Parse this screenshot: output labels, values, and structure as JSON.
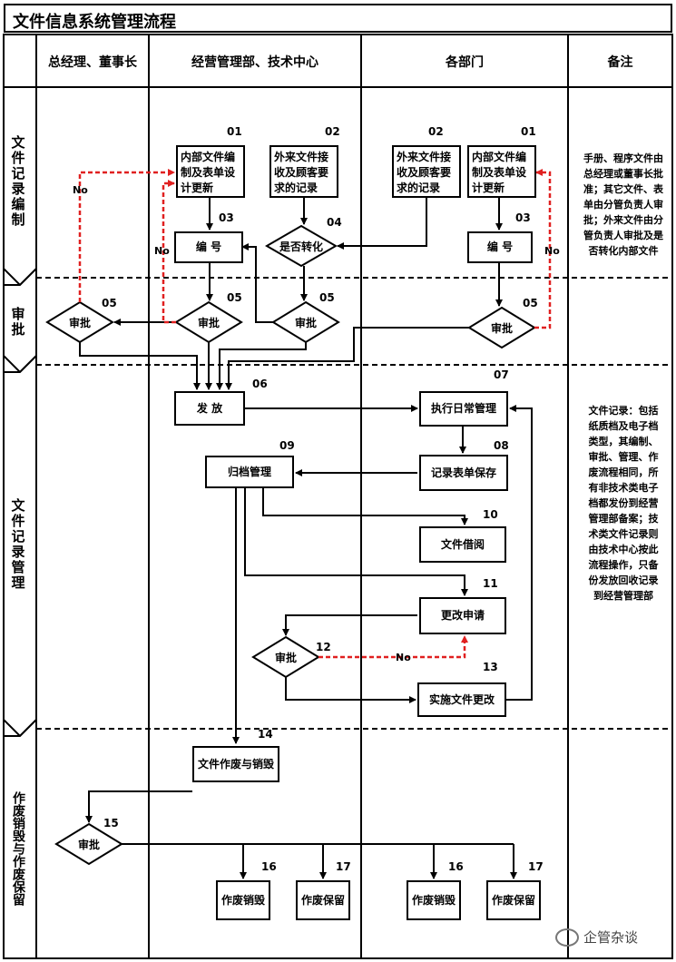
{
  "title": "文件信息系统管理流程",
  "columns": [
    "总经理、董事长",
    "经营管理部、技术中心",
    "各部门",
    "备注"
  ],
  "lanes": [
    "文件记录编制",
    "审批",
    "文件记录管理",
    "作废销毁与作废保留"
  ],
  "notes": {
    "lane1": [
      "手册、程序文件由",
      "总经理或董事长批",
      "准；其它文件、表",
      "单由分管负责人审",
      "批；外来文件由分",
      "管负责人审批及是",
      "否转化内部文件"
    ],
    "lane3": [
      "文件记录：包括",
      "纸质档及电子档",
      "类型，其编制、",
      "审批、管理、作",
      "废流程相同，所",
      "有非技术类电子",
      "档都发份到经营",
      "管理部备案；技",
      "术类文件记录则",
      "由技术中心按此",
      "流程操作，只备",
      "份发放回收记录",
      "到经营管理部"
    ]
  },
  "steps": {
    "b01L": {
      "num": "01",
      "lines": [
        "内部文件编",
        "制及表单设",
        "计更新"
      ]
    },
    "b02L": {
      "num": "02",
      "lines": [
        "外来文件接",
        "收及顾客要",
        "求的记录"
      ]
    },
    "b02R": {
      "num": "02",
      "lines": [
        "外来文件接",
        "收及顾客要",
        "求的记录"
      ]
    },
    "b01R": {
      "num": "01",
      "lines": [
        "内部文件编",
        "制及表单设",
        "计更新"
      ]
    },
    "b03L": {
      "num": "03",
      "text": "编 号"
    },
    "d04": {
      "num": "04",
      "text": "是否转化"
    },
    "b03R": {
      "num": "03",
      "text": "编 号"
    },
    "d05a": {
      "num": "05",
      "text": "审批"
    },
    "d05b": {
      "num": "05",
      "text": "审批"
    },
    "d05c": {
      "num": "05",
      "text": "审批"
    },
    "d05d": {
      "num": "05",
      "text": "审批"
    },
    "b06": {
      "num": "06",
      "text": "发 放"
    },
    "b07": {
      "num": "07",
      "text": "执行日常管理"
    },
    "b08": {
      "num": "08",
      "text": "记录表单保存"
    },
    "b09": {
      "num": "09",
      "text": "归档管理"
    },
    "b10": {
      "num": "10",
      "text": "文件借阅"
    },
    "b11": {
      "num": "11",
      "text": "更改申请"
    },
    "d12": {
      "num": "12",
      "text": "审批"
    },
    "b13": {
      "num": "13",
      "text": "实施文件更改"
    },
    "b14": {
      "num": "14",
      "text": "文件作废与销毁"
    },
    "d15": {
      "num": "15",
      "text": "审批"
    },
    "b16L": {
      "num": "16",
      "text": "作废销毁"
    },
    "b17L": {
      "num": "17",
      "text": "作废保留"
    },
    "b16R": {
      "num": "16",
      "text": "作废销毁"
    },
    "b17R": {
      "num": "17",
      "text": "作废保留"
    }
  },
  "no_label": "No",
  "watermark": "企管杂谈",
  "colors": {
    "line": "#000000",
    "reject": "#e02020"
  }
}
